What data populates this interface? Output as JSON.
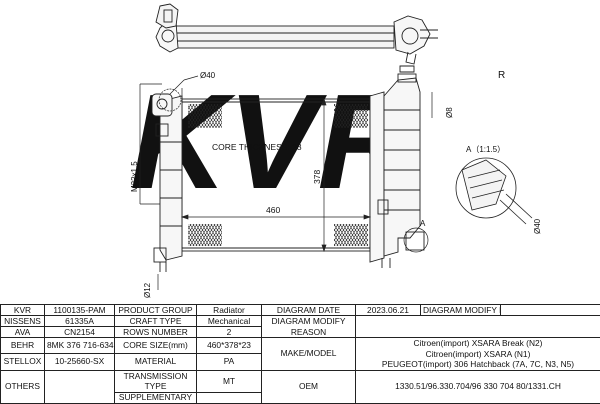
{
  "watermark": "KVR",
  "watermark_mark": "R",
  "drawing": {
    "core_thickness": "CORE THICKNESS: 23",
    "dim_width": "460",
    "dim_height": "378",
    "dim_top_pipe": "Ø40",
    "dim_left_thread": "M22x1.5",
    "dim_bottom_pipe": "Ø12",
    "dim_tank_pipe": "Ø8",
    "dim_detail_pipe": "Ø40",
    "detail_label": "A（1:1.5）",
    "detail_ref": "A"
  },
  "table": {
    "r1": {
      "c1": "KVR",
      "c2": "1100135-PAM",
      "c3": "PRODUCT GROUP",
      "c4": "Radiator",
      "c5": "DIAGRAM DATE",
      "c6": "2023.06.21",
      "c7": "DIAGRAM MODIFY DATE",
      "c8": ""
    },
    "r2": {
      "c1": "NISSENS",
      "c2": "61335A",
      "c3": "CRAFT TYPE",
      "c4": "Mechanical",
      "c5": "DIAGRAM MODIFY REASON",
      "c6": ""
    },
    "r3": {
      "c1": "AVA",
      "c2": "CN2154",
      "c3": "ROWS NUMBER",
      "c4": "2"
    },
    "r4": {
      "c1": "BEHR",
      "c2": "8MK 376 716-634",
      "c3": "CORE SIZE(mm)",
      "c4": "460*378*23",
      "c5": "MAKE/MODEL",
      "c6": "Citroen(import) XSARA Break (N2)\nCitroen(import) XSARA (N1)\nPEUGEOT(import) 306 Hatchback (7A, 7C, N3, N5)"
    },
    "r5": {
      "c1": "STELLOX",
      "c2": "10-25660-SX",
      "c3": "MATERIAL",
      "c4": "PA"
    },
    "r6": {
      "c1": "OTHERS",
      "c2": "",
      "c3": "TRANSMISSION TYPE",
      "c4": "MT",
      "c5": "OEM",
      "c6": "1330.51/96.330.704/96 330 704 80/1331.CH"
    },
    "r7": {
      "c3": "SUPPLEMENTARY",
      "c4": ""
    }
  }
}
